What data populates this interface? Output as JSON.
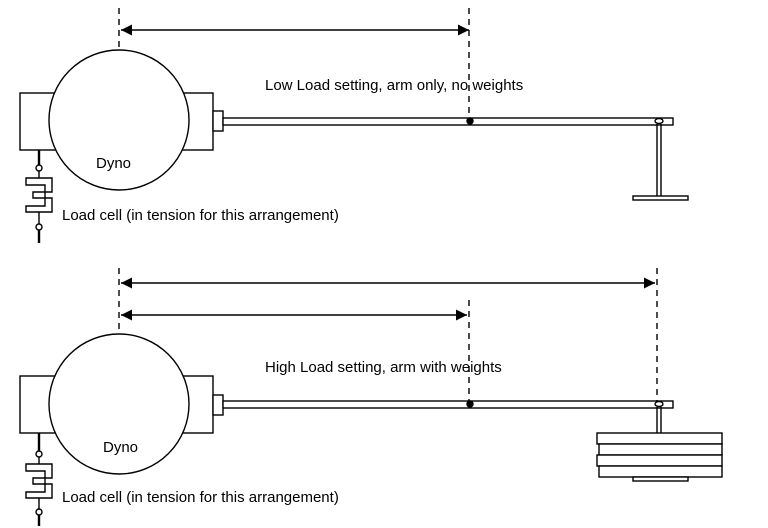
{
  "top_setup": {
    "setting_label": "Low Load setting, arm only, no weights",
    "dyno_label": "Dyno",
    "load_cell_label": "Load cell (in tension for this arrangement)"
  },
  "bottom_setup": {
    "setting_label": "High Load setting, arm with weights",
    "dyno_label": "Dyno",
    "load_cell_label": "Load cell (in tension for this arrangement)"
  },
  "colors": {
    "line": "#000000",
    "background": "#ffffff"
  }
}
